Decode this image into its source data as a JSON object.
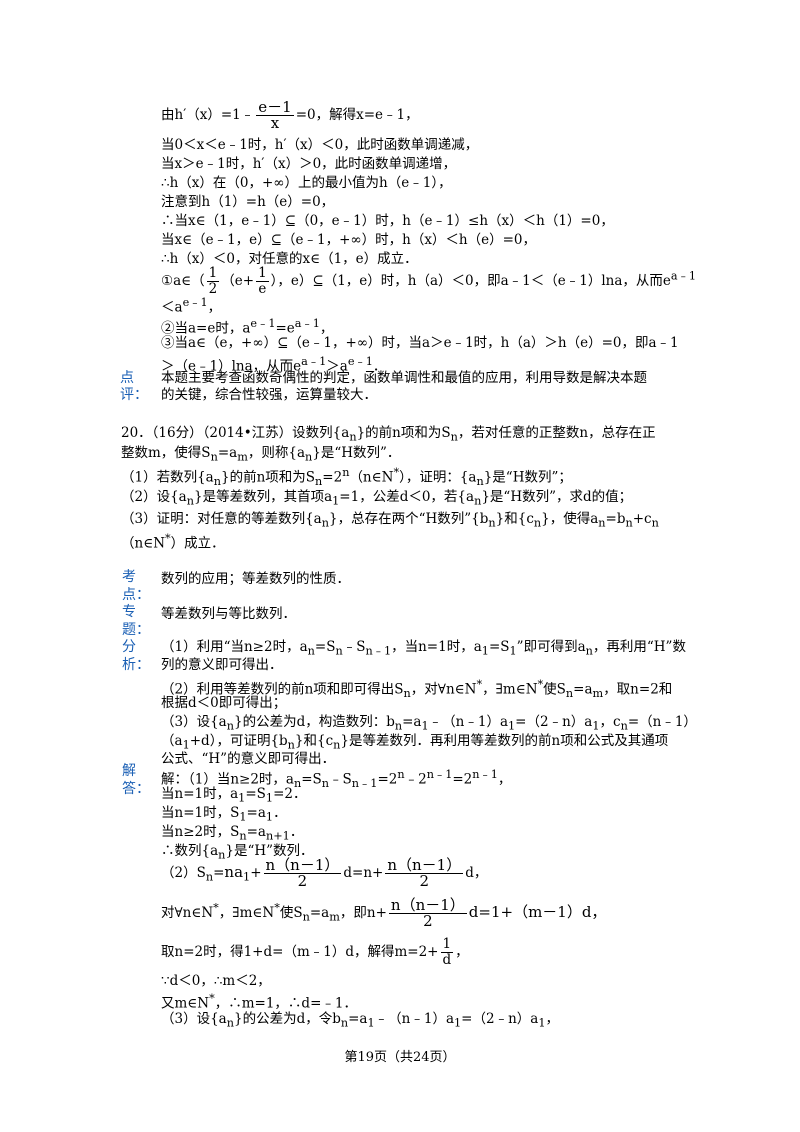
{
  "part1": {
    "l1a": "由h′（x）=1﹣",
    "l1frac_num": "e－1",
    "l1frac_den": "x",
    "l1b": "=0，解得x=e﹣1，",
    "l2": "当0＜x＜e﹣1时，h′（x）＜0，此时函数单调递减，",
    "l3": "当x＞e﹣1时，h′（x）＞0，此时函数单调递增，",
    "l4": "∴h（x）在（0，+∞）上的最小值为h（e﹣1），",
    "l5": "注意到h（1）=h（e）=0，",
    "l6": "∴当x∈（1，e﹣1）⊆（0，e﹣1）时，h（e﹣1）≤h（x）＜h（1）=0，",
    "l7": "当x∈（e﹣1，e）⊆（e﹣1，+∞）时，h（x）＜h（e）=0，",
    "l8": "∴h（x）＜0，对任意的x∈（1，e）成立．",
    "l9a": "①a∈（",
    "l9f1n": "1",
    "l9f1d": "2",
    "l9b": "（e+",
    "l9f2n": "1",
    "l9f2d": "e",
    "l9c": "），e）⊆（1，e）时，h（a）＜0，即a﹣1＜（e﹣1）lna，从而e",
    "l9sup": "a﹣1",
    "l10a": "＜a",
    "l10sup": "e﹣1",
    "l10b": "，",
    "l11a": "②当a=e时，a",
    "l11s1": "e﹣1",
    "l11b": "=e",
    "l11s2": "a﹣1",
    "l11c": "，",
    "l12": "③当a∈（e，+∞）⊆（e﹣1，+∞）时，当a＞e﹣1时，h（a）＞h（e）=0，即a﹣1",
    "l13a": "＞（e﹣1）lna，从而e",
    "l13s1": "a﹣1",
    "l13b": "＞a",
    "l13s2": "e﹣1",
    "l13c": "．"
  },
  "comment": {
    "label1": "点",
    "label2": "评：",
    "text1": "本题主要考查函数奇偶性的判定，函数单调性和最值的应用，利用导数是解决本题",
    "text2": "的关键，综合性较强，运算量较大．"
  },
  "q20": {
    "l1": "20．（16分）（2014•江苏）设数列{a",
    "l1s": "n",
    "l1b": "}的前n项和为S",
    "l1s2": "n",
    "l1c": "，若对任意的正整数n，总存在正",
    "l2a": "整数m，使得S",
    "l2s1": "n",
    "l2b": "=a",
    "l2s2": "m",
    "l2c": "，则称{a",
    "l2s3": "n",
    "l2d": "}是“H数列”．",
    "p1a": "（1）若数列{a",
    "p1s1": "n",
    "p1b": "}的前n项和为S",
    "p1s2": "n",
    "p1c": "=2",
    "p1sup": "n",
    "p1d": "（n∈N",
    "p1sup2": "*",
    "p1e": "），证明：{a",
    "p1s3": "n",
    "p1f": "}是“H数列”；",
    "p2a": "（2）设{a",
    "p2s1": "n",
    "p2b": "}是等差数列，其首项a",
    "p2s2": "1",
    "p2c": "=1，公差d＜0，若{a",
    "p2s3": "n",
    "p2d": "}是“H数列”，求d的值；",
    "p3a": "（3）证明：对任意的等差数列{a",
    "p3s1": "n",
    "p3b": "}，总存在两个“H数列”{b",
    "p3s2": "n",
    "p3c": "}和{c",
    "p3s3": "n",
    "p3d": "}，使得a",
    "p3s4": "n",
    "p3e": "=b",
    "p3s5": "n",
    "p3f": "+c",
    "p3s6": "n",
    "p4a": "（n∈N",
    "p4sup": "*",
    "p4b": "）成立．"
  },
  "kaodian": {
    "label1": "考",
    "label2": "点：",
    "text": "数列的应用；等差数列的性质．"
  },
  "zhuanti": {
    "label1": "专",
    "label2": "题：",
    "text": "等差数列与等比数列．"
  },
  "fenxi": {
    "label1": "分",
    "label2": "析：",
    "l1a": "（1）利用“当n≥2时，a",
    "l1s1": "n",
    "l1b": "=S",
    "l1s2": "n",
    "l1c": "﹣S",
    "l1s3": "n﹣1",
    "l1d": "，当n=1时，a",
    "l1s4": "1",
    "l1e": "=S",
    "l1s5": "1",
    "l1f": "”即可得到a",
    "l1s6": "n",
    "l1g": "，再利用“H”数",
    "l2": "列的意义即可得出．",
    "l3a": "（2）利用等差数列的前n项和即可得出S",
    "l3s1": "n",
    "l3b": "，对∀n∈N",
    "l3sup1": "*",
    "l3c": "，∃m∈N",
    "l3sup2": "*",
    "l3d": "使S",
    "l3s2": "n",
    "l3e": "=a",
    "l3s3": "m",
    "l3f": "，取n=2和",
    "l4": "根据d＜0即可得出；",
    "l5a": "（3）设{a",
    "l5s1": "n",
    "l5b": "}的公差为d，构造数列：b",
    "l5s2": "n",
    "l5c": "=a",
    "l5s3": "1",
    "l5d": "﹣（n﹣1）a",
    "l5s4": "1",
    "l5e": "=（2﹣n）a",
    "l5s5": "1",
    "l5f": "，c",
    "l5s6": "n",
    "l5g": "=（n﹣1）",
    "l6a": "（a",
    "l6s1": "1",
    "l6b": "+d），可证明{b",
    "l6s2": "n",
    "l6c": "}和{c",
    "l6s3": "n",
    "l6d": "}是等差数列．再利用等差数列的前n项和公式及其通项",
    "l7": "公式、“H”的意义即可得出．"
  },
  "jieda": {
    "label1": "解",
    "label2": "答：",
    "l1a": "解：（1）当n≥2时，a",
    "l1s1": "n",
    "l1b": "=S",
    "l1s2": "n",
    "l1c": "﹣S",
    "l1s3": "n﹣1",
    "l1d": "=2",
    "l1sup1": "n",
    "l1e": "﹣2",
    "l1sup2": "n﹣1",
    "l1f": "=2",
    "l1sup3": "n﹣1",
    "l1g": "，",
    "l2a": "当n=1时，a",
    "l2s1": "1",
    "l2b": "=S",
    "l2s2": "1",
    "l2c": "=2．",
    "l3a": "当n=1时，S",
    "l3s1": "1",
    "l3b": "=a",
    "l3s2": "1",
    "l3c": "．",
    "l4a": "当n≥2时，S",
    "l4s1": "n",
    "l4b": "=a",
    "l4s2": "n+1",
    "l4c": "．",
    "l5a": "∴数列{a",
    "l5s1": "n",
    "l5b": "}是“H”数列．",
    "l6a": "（2）S",
    "l6s1": "n",
    "l6b": "=",
    "l6na": "na",
    "l6na_s": "1",
    "l6plus": "+",
    "l6fn": "n（n－1）",
    "l6fd": "2",
    "l6c": "d=n+",
    "l6f2n": "n（n－1）",
    "l6f2d": "2",
    "l6d": "d，",
    "l7a": "对∀n∈N",
    "l7sup1": "*",
    "l7b": "，∃m∈N",
    "l7sup2": "*",
    "l7c": "使S",
    "l7s1": "n",
    "l7d": "=a",
    "l7s2": "m",
    "l7e": "，即n+",
    "l7fn": "n（n－1）",
    "l7fd": "2",
    "l7f": "d=1+（m－1）d，",
    "l8a": "取n=2时，得1+d=（m﹣1）d，解得m=2+",
    "l8fn": "1",
    "l8fd": "d",
    "l8b": "，",
    "l9": "∵d＜0，∴m＜2，",
    "l10a": "又m∈N",
    "l10sup": "*",
    "l10b": "，∴m=1，∴d=﹣1．",
    "l11a": "（3）设{a",
    "l11s1": "n",
    "l11b": "}的公差为d，令b",
    "l11s2": "n",
    "l11c": "=a",
    "l11s3": "1",
    "l11d": "﹣（n﹣1）a",
    "l11s4": "1",
    "l11e": "=（2﹣n）a",
    "l11s5": "1",
    "l11f": "，"
  },
  "footer": "第19页（共24页）"
}
